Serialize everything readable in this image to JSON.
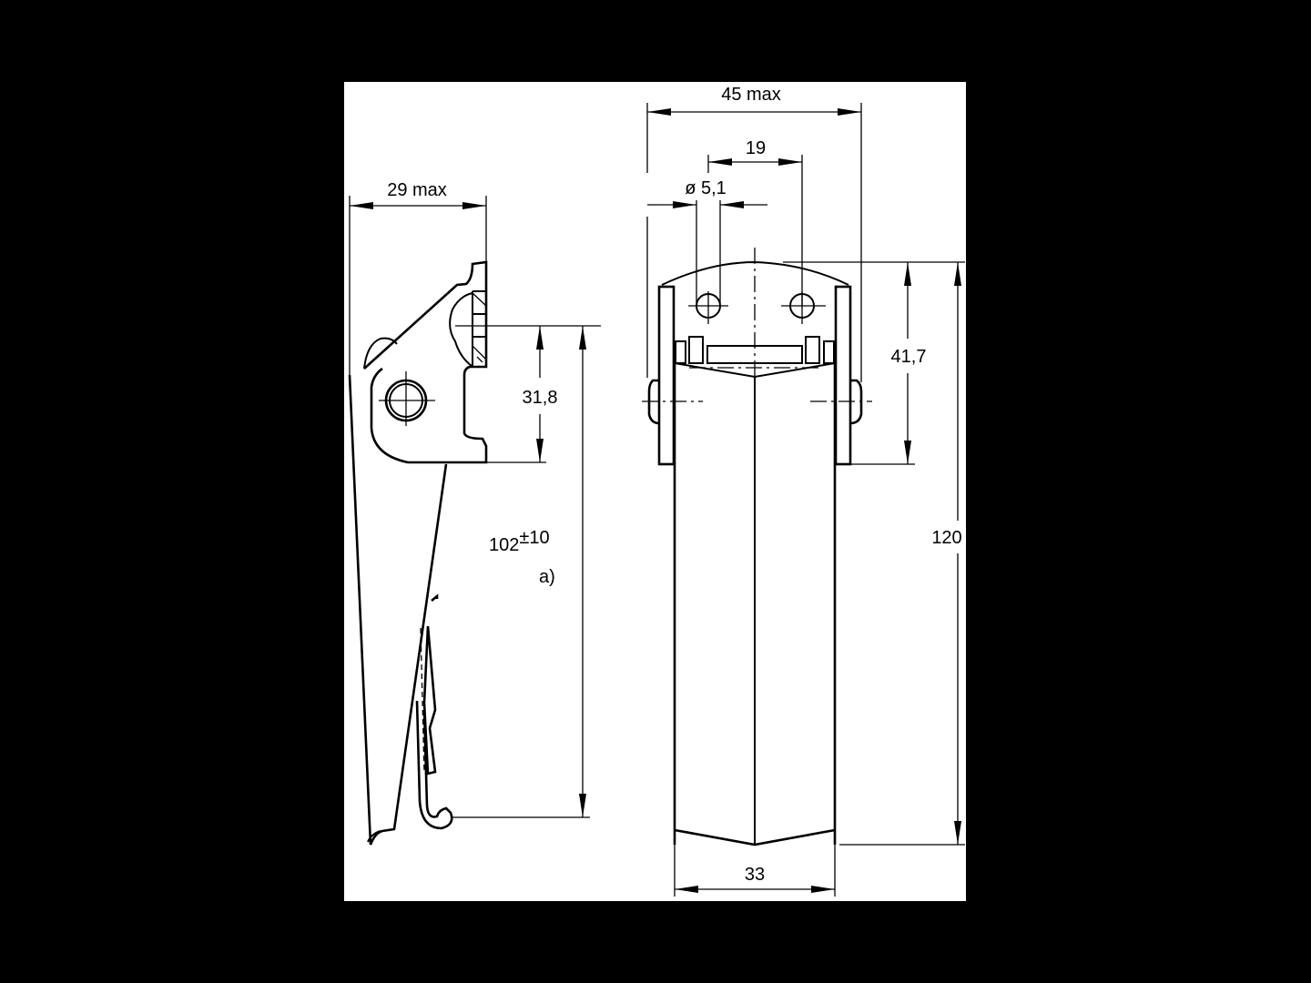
{
  "drawing": {
    "side_view": {
      "width_label": "29 max",
      "pivot_height_label": "31,8",
      "hook_length_label": "102",
      "hook_length_tolerance": "±10",
      "note_label": "a)"
    },
    "front_view": {
      "overall_width_label": "45 max",
      "hole_spacing_label": "19",
      "hole_diameter_label": "ø 5,1",
      "plate_height_label": "41,7",
      "total_height_label": "120",
      "body_width_label": "33"
    },
    "colors": {
      "background": "#000000",
      "sheet": "#ffffff",
      "ink": "#000000"
    }
  }
}
